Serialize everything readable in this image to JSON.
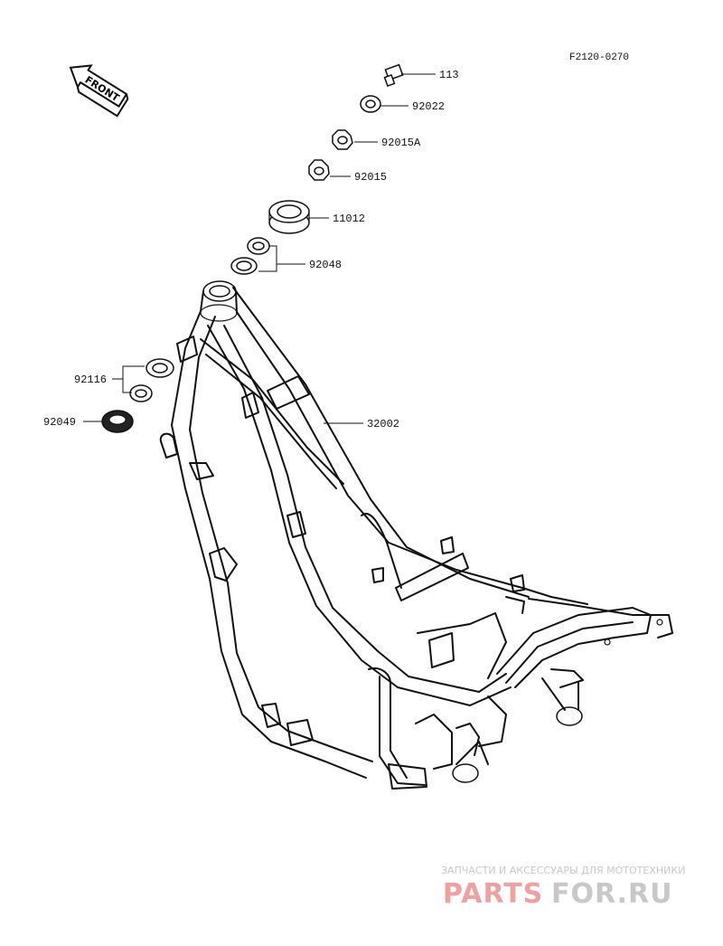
{
  "ref_code": "F2120-0270",
  "front_arrow": {
    "text": "FRONT",
    "icon": "front-arrow-icon"
  },
  "parts": [
    {
      "number": "113"
    },
    {
      "number": "92022"
    },
    {
      "number": "92015A"
    },
    {
      "number": "92015"
    },
    {
      "number": "11012"
    },
    {
      "number": "92048"
    },
    {
      "number": "92116"
    },
    {
      "number": "92049"
    },
    {
      "number": "32002"
    }
  ],
  "watermark": {
    "tagline": "ЗАПЧАСТИ И АКСЕССУАРЫ ДЛЯ МОТОТЕХНИКИ",
    "brand_left": "PARTS",
    "brand_right": "FOR.RU",
    "brand_left_color": "#f0a0a0",
    "brand_right_color": "#c8c8c8"
  }
}
